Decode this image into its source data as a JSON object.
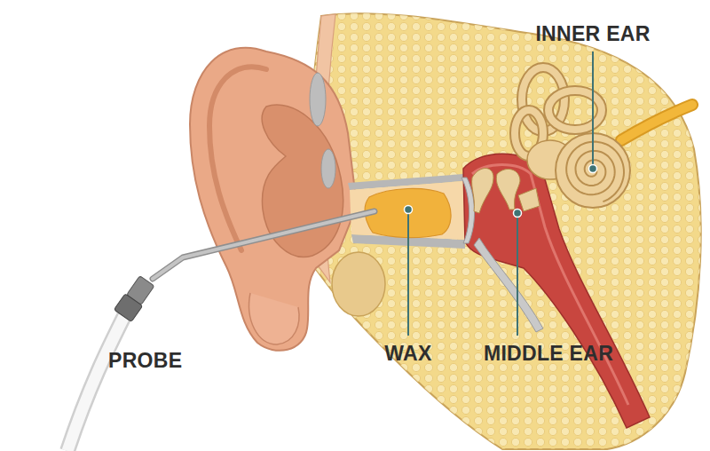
{
  "diagram": {
    "labels": [
      "INNER EAR",
      "PROBE",
      "WAX",
      "MIDDLE EAR"
    ]
  }
}
